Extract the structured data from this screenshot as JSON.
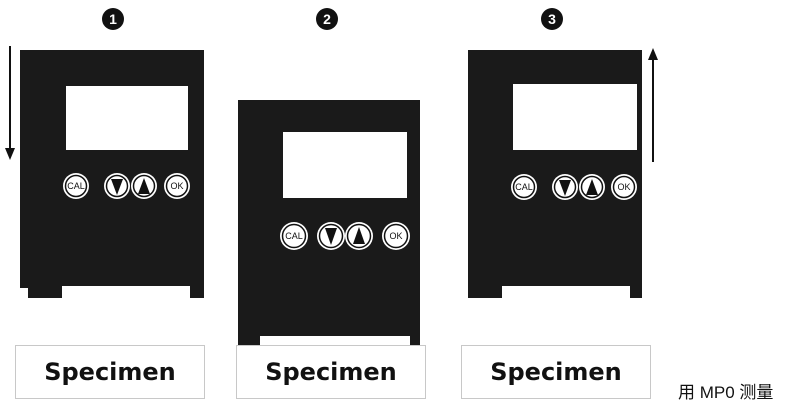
{
  "steps": [
    {
      "number": "1",
      "direction": "down",
      "specimen_label": "Specimen"
    },
    {
      "number": "2",
      "direction": "contact",
      "specimen_label": "Specimen"
    },
    {
      "number": "3",
      "direction": "up",
      "specimen_label": "Specimen"
    }
  ],
  "buttons": {
    "cal": "CAL",
    "down": "down-arrow-icon",
    "up": "up-arrow-icon",
    "ok": "OK"
  },
  "caption": "用 MP0 测量",
  "colors": {
    "device": "#1a1a1a",
    "screen": "#ffffff",
    "outline": "#c8c8c8"
  }
}
